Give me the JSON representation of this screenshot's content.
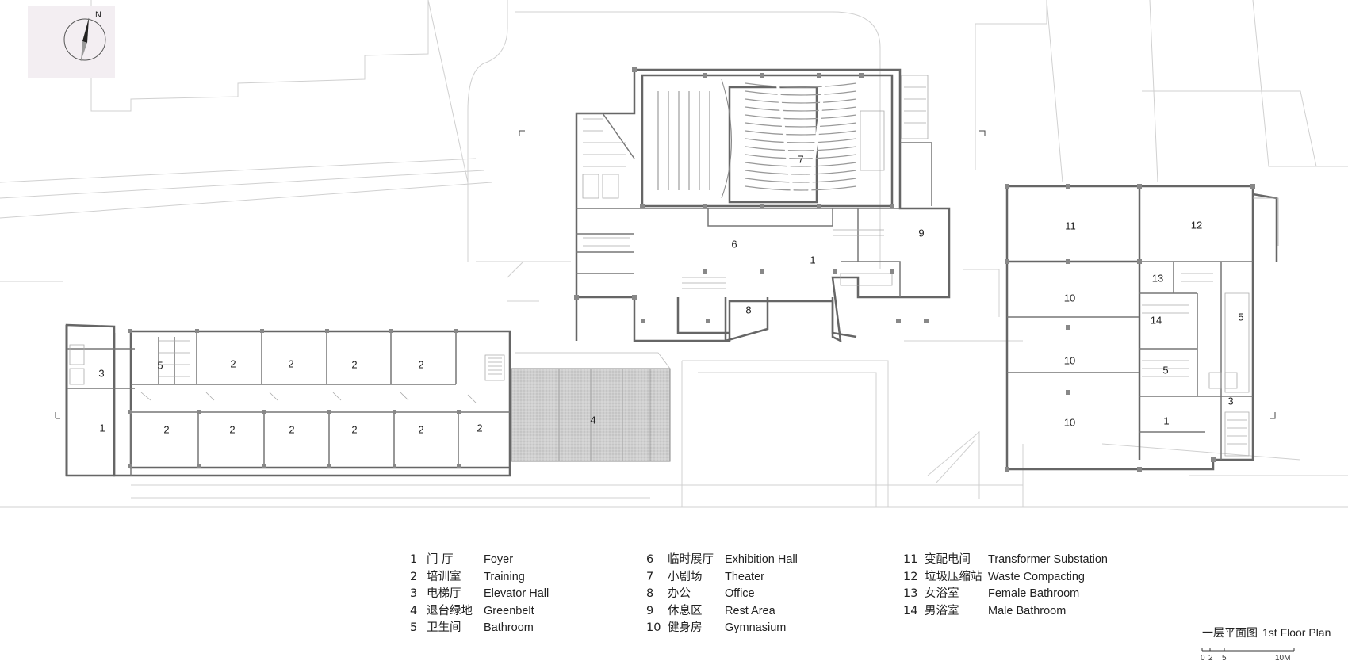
{
  "north_label": "N",
  "rooms": [
    {
      "id": "r-1a",
      "num": "1"
    },
    {
      "id": "r-1b",
      "num": "1"
    },
    {
      "id": "r-1c",
      "num": "1"
    },
    {
      "id": "r-2a",
      "num": "2"
    },
    {
      "id": "r-2b",
      "num": "2"
    },
    {
      "id": "r-2c",
      "num": "2"
    },
    {
      "id": "r-2d",
      "num": "2"
    },
    {
      "id": "r-2e",
      "num": "2"
    },
    {
      "id": "r-2f",
      "num": "2"
    },
    {
      "id": "r-2g",
      "num": "2"
    },
    {
      "id": "r-2h",
      "num": "2"
    },
    {
      "id": "r-2i",
      "num": "2"
    },
    {
      "id": "r-2j",
      "num": "2"
    },
    {
      "id": "r-3a",
      "num": "3"
    },
    {
      "id": "r-3b",
      "num": "3"
    },
    {
      "id": "r-4",
      "num": "4"
    },
    {
      "id": "r-5a",
      "num": "5"
    },
    {
      "id": "r-5b",
      "num": "5"
    },
    {
      "id": "r-5c",
      "num": "5"
    },
    {
      "id": "r-6",
      "num": "6"
    },
    {
      "id": "r-7",
      "num": "7"
    },
    {
      "id": "r-8",
      "num": "8"
    },
    {
      "id": "r-9",
      "num": "9"
    },
    {
      "id": "r-10a",
      "num": "10"
    },
    {
      "id": "r-10b",
      "num": "10"
    },
    {
      "id": "r-10c",
      "num": "10"
    },
    {
      "id": "r-11",
      "num": "11"
    },
    {
      "id": "r-12",
      "num": "12"
    },
    {
      "id": "r-13",
      "num": "13"
    },
    {
      "id": "r-14",
      "num": "14"
    }
  ],
  "legend": [
    {
      "num": "1",
      "cn": "门 厅",
      "en": "Foyer"
    },
    {
      "num": "2",
      "cn": "培训室",
      "en": "Training"
    },
    {
      "num": "3",
      "cn": "电梯厅",
      "en": "Elevator Hall"
    },
    {
      "num": "4",
      "cn": "退台绿地",
      "en": "Greenbelt"
    },
    {
      "num": "5",
      "cn": "卫生间",
      "en": "Bathroom"
    },
    {
      "num": "6",
      "cn": "临时展厅",
      "en": "Exhibition Hall"
    },
    {
      "num": "7",
      "cn": "小剧场",
      "en": "Theater"
    },
    {
      "num": "8",
      "cn": "办公",
      "en": "Office"
    },
    {
      "num": "9",
      "cn": "休息区",
      "en": "Rest Area"
    },
    {
      "num": "10",
      "cn": "健身房",
      "en": "Gymnasium"
    },
    {
      "num": "11",
      "cn": "变配电间",
      "en": "Transformer Substation"
    },
    {
      "num": "12",
      "cn": "垃圾压缩站",
      "en": "Waste Compacting"
    },
    {
      "num": "13",
      "cn": "女浴室",
      "en": "Female Bathroom"
    },
    {
      "num": "14",
      "cn": "男浴室",
      "en": "Male Bathroom"
    }
  ],
  "plan_title": {
    "cn": "一层平面图",
    "en": "1st  Floor Plan"
  },
  "scale_bar": {
    "ticks": [
      "0",
      "2",
      "5",
      "10M"
    ]
  }
}
